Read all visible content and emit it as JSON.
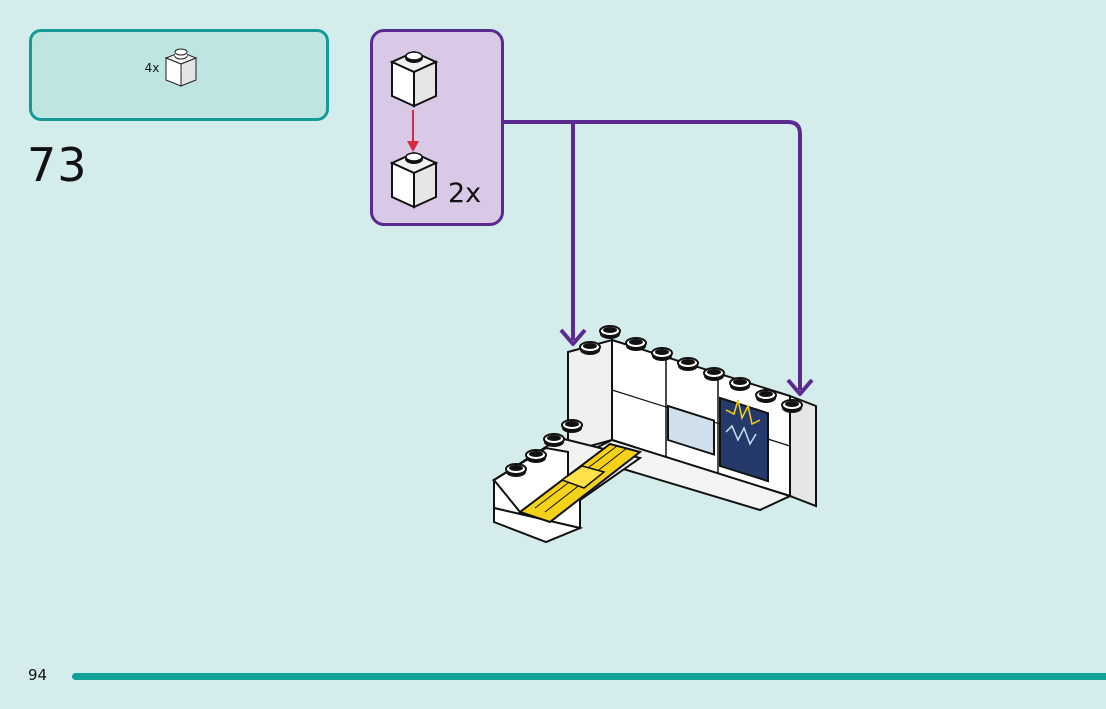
{
  "parts_list": {
    "count_label": "4x"
  },
  "step": {
    "number": "73"
  },
  "subassembly": {
    "multiplier": "2x"
  },
  "footer": {
    "page_number": "94"
  },
  "icons": [
    "white-1x1-brick-icon",
    "down-arrow-icon",
    "call-out-arrow-icon"
  ],
  "colors": {
    "background": "#d5ecec",
    "parts_border": "#159b93",
    "parts_fill": "#bfe5e3",
    "subassembly_border": "#5a2a90",
    "subassembly_fill": "#d9c8e6",
    "page_bar": "#12a099",
    "arrow_red": "#d62a3a",
    "brick_yellow": "#f5d21a"
  }
}
